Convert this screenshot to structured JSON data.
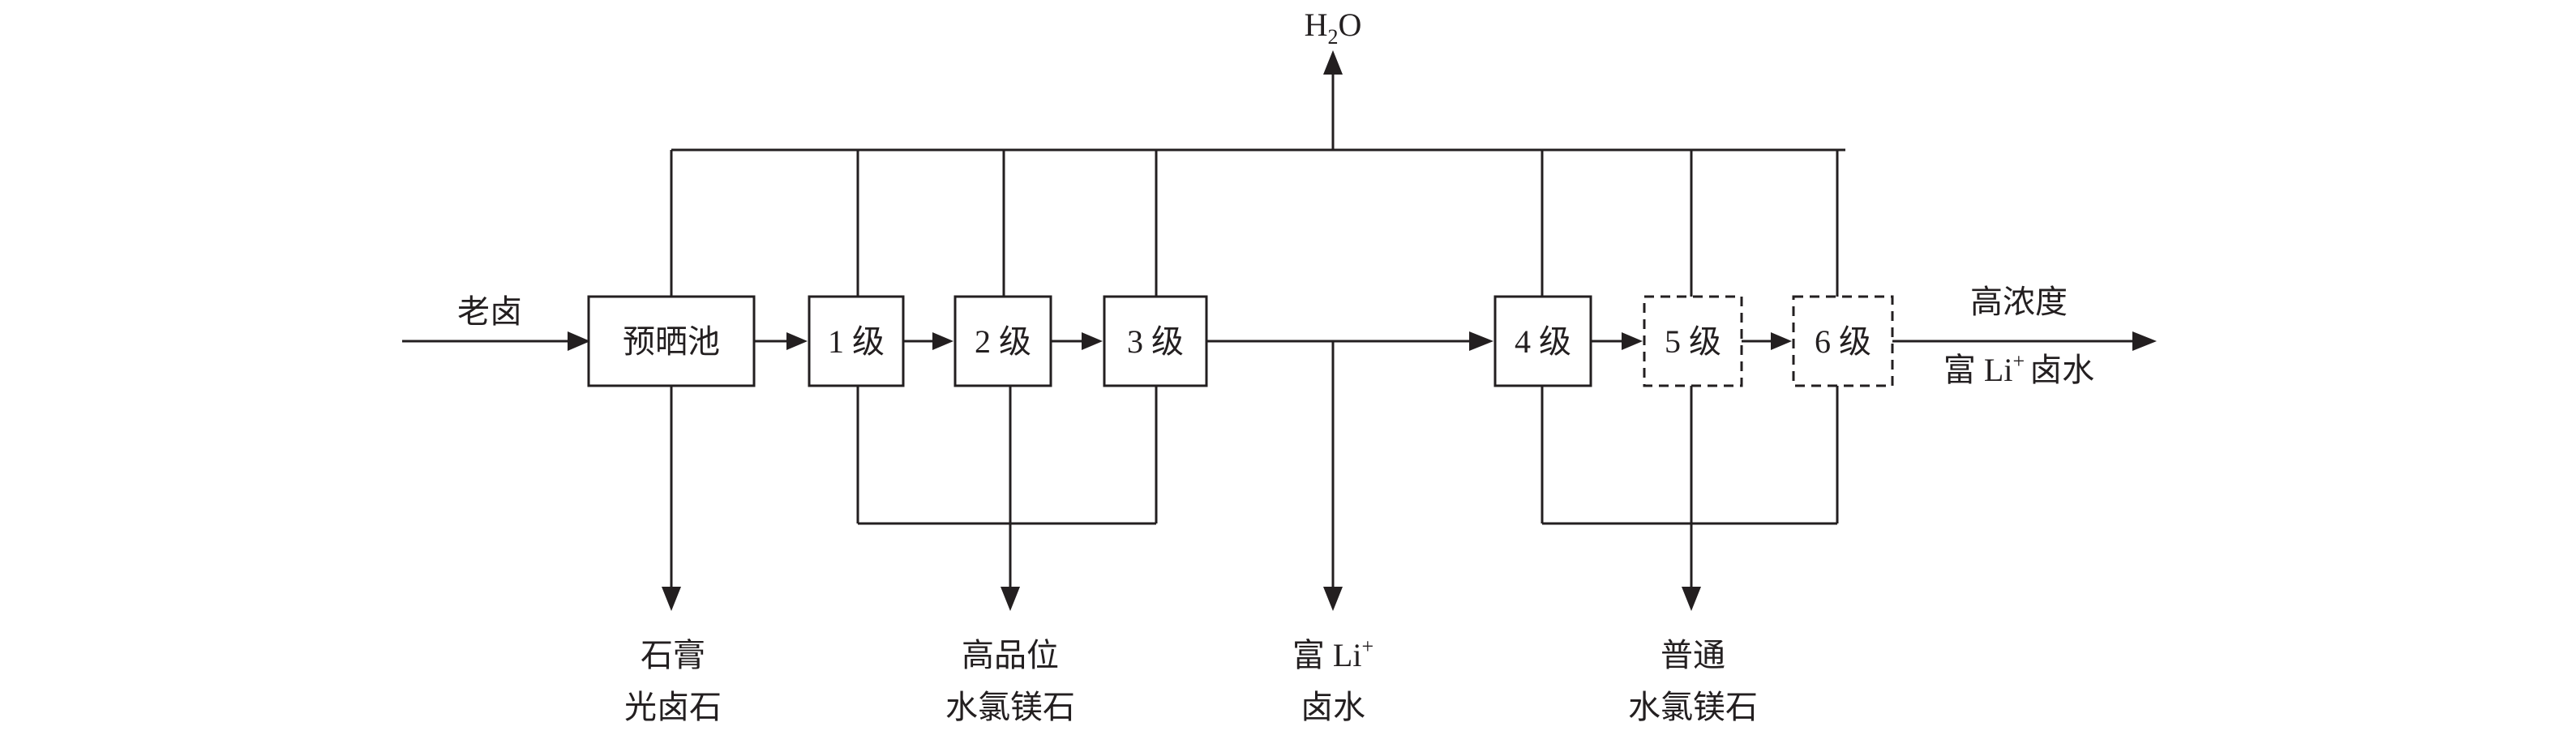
{
  "nodes": {
    "pre_pond": "预晒池",
    "stage1": "1 级",
    "stage2": "2 级",
    "stage3": "3 级",
    "stage4": "4 级",
    "stage5": "5 级",
    "stage6": "6 级"
  },
  "inputs": {
    "old_brine": "老卤"
  },
  "water": {
    "base": "H",
    "sub": "2",
    "tail": "O"
  },
  "outputs": {
    "gypsum_line1": "石膏",
    "gypsum_line2": "光卤石",
    "high_grade_line1": "高品位",
    "high_grade_line2": "水氯镁石",
    "li_rich_line1_text": "富 Li",
    "li_rich_line1_sup": "+",
    "li_rich_line2": "卤水",
    "ordinary_line1": "普通",
    "ordinary_line2": "水氯镁石",
    "final_line1": "高浓度",
    "final_line2_text": "富 Li",
    "final_line2_sup": "+",
    "final_line2_tail": "卤水"
  },
  "colors": {
    "line": "#231f20",
    "background": "#ffffff"
  }
}
